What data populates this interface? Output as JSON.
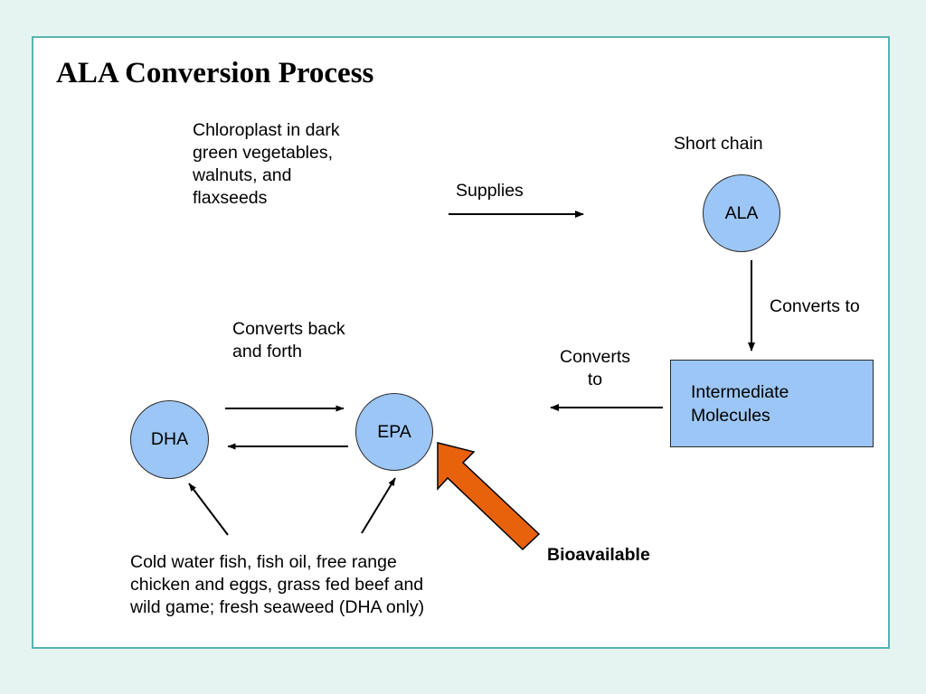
{
  "slide": {
    "title": "ALA Conversion Process",
    "background_color": "#e6f4f1",
    "card_border_color": "#57b3b0",
    "node_fill_color": "#9cc6f5",
    "highlight_arrow_color": "#e8620c"
  },
  "labels": {
    "source": "Chloroplast in dark\ngreen vegetables,\nwalnuts, and\nflaxseeds",
    "supplies": "Supplies",
    "short_chain": "Short chain",
    "converts_to_right": "Converts to",
    "converts_to_left": "Converts\nto",
    "converts_back_forth": "Converts back\nand forth",
    "bioavailable": "Bioavailable",
    "food_sources": "Cold water fish, fish oil, free range\nchicken and eggs, grass fed beef and\nwild game; fresh seaweed (DHA only)"
  },
  "nodes": {
    "ala": "ALA",
    "intermediate": "Intermediate\nMolecules",
    "epa": "EPA",
    "dha": "DHA"
  }
}
